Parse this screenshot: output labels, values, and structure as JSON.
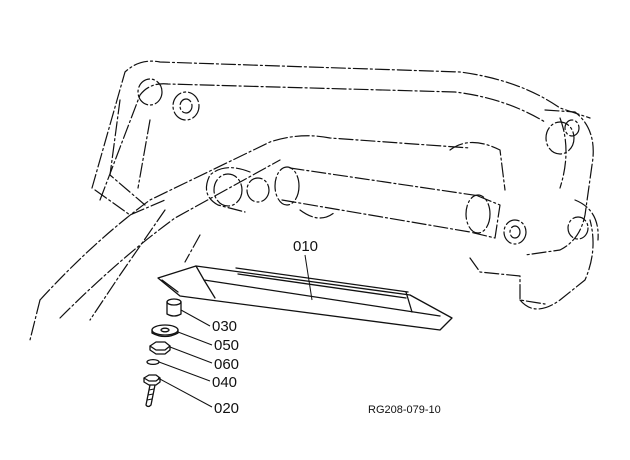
{
  "parts": [
    {
      "id": "010",
      "label": "010"
    },
    {
      "id": "030",
      "label": "030"
    },
    {
      "id": "050",
      "label": "050"
    },
    {
      "id": "060",
      "label": "060"
    },
    {
      "id": "040",
      "label": "040"
    },
    {
      "id": "020",
      "label": "020"
    }
  ],
  "reference_code": "RG208-079-10"
}
